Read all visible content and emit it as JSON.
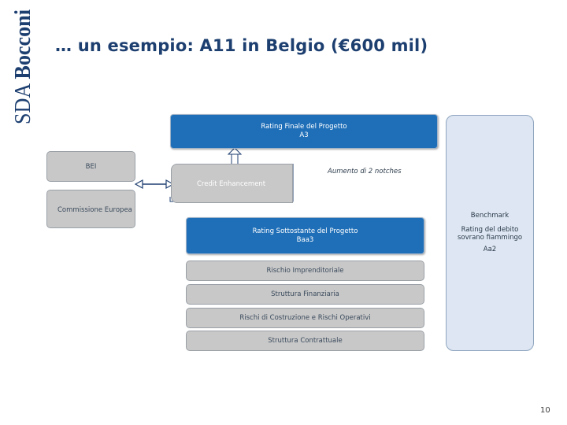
{
  "logo": {
    "text": "SDA Bocconi"
  },
  "title": "… un esempio: A11 in Belgio (€600 mil)",
  "boxes": {
    "final_rating": [
      "Rating Finale del Progetto",
      "A3"
    ],
    "bei": "BEI",
    "credit_enhancement": "Credit Enhancement",
    "commissione": "Commissione Europea",
    "underlying_rating": [
      "Rating Sottostante del Progetto",
      "Baa3"
    ],
    "layers": [
      "Rischio Imprenditoriale",
      "Struttura Finanziaria",
      "Rischi di Costruzione e Rischi Operativi",
      "Struttura Contrattuale"
    ]
  },
  "notes": {
    "uplift": "Aumento di 2 notches"
  },
  "benchmark": {
    "label": "Benchmark",
    "desc": [
      "Rating del debito",
      "sovrano fiammingo"
    ],
    "value": "Aa2"
  },
  "page_number": "10",
  "colors": {
    "accent": "#1f6fb8",
    "title": "#1d3f70",
    "grey": "#c8c8c8",
    "pale": "#dde6f2"
  }
}
